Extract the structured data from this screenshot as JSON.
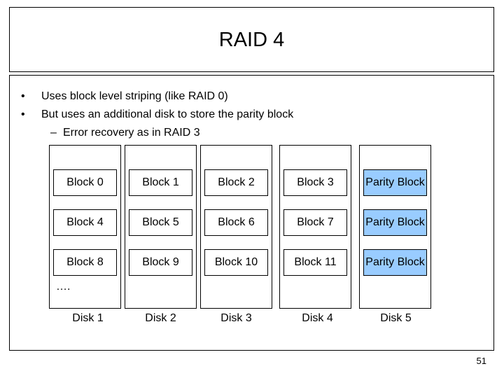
{
  "title": "RAID 4",
  "bullets": [
    {
      "marker": "•",
      "text": "Uses block level striping (like RAID 0)"
    },
    {
      "marker": "•",
      "text": "But uses an additional disk to store the parity block"
    },
    {
      "marker": "–",
      "text": "Error recovery as in RAID 3"
    }
  ],
  "disks": [
    {
      "label": "Disk 1",
      "blocks": [
        "Block 0",
        "Block 4",
        "Block 8"
      ]
    },
    {
      "label": "Disk 2",
      "blocks": [
        "Block 1",
        "Block 5",
        "Block 9"
      ]
    },
    {
      "label": "Disk 3",
      "blocks": [
        "Block 2",
        "Block 6",
        "Block 10"
      ]
    },
    {
      "label": "Disk 4",
      "blocks": [
        "Block 3",
        "Block 7",
        "Block 11"
      ]
    },
    {
      "label": "Disk 5",
      "blocks": [
        "Parity Block",
        "Parity Block",
        "Parity Block"
      ]
    }
  ],
  "ellipsis": "….",
  "page_number": "51",
  "colors": {
    "parity_fill": "#99ccff",
    "border": "#000000"
  }
}
